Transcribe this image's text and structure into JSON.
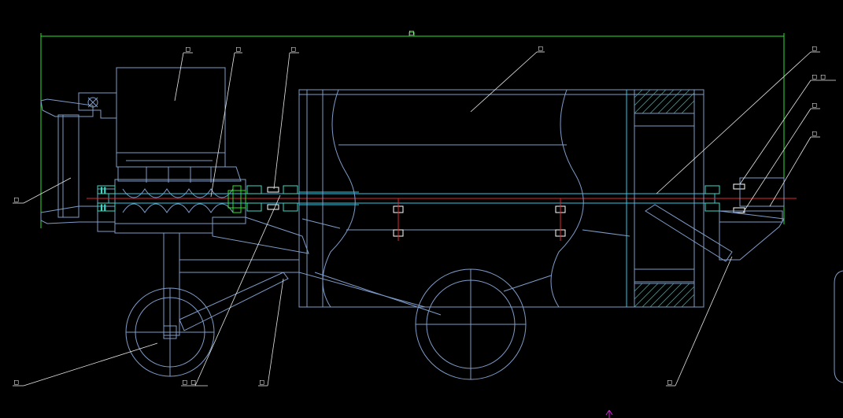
{
  "drawing": {
    "background": "#000000",
    "colors": {
      "outline": "#7f9cc9",
      "dimension": "#2fe02f",
      "shaft": "#35c6e6",
      "centerline": "#e02a2a",
      "leader": "#e8e8e8",
      "hatch": "#1fb7a8",
      "bearing": "#3fd7c0",
      "marker": "#d22ad2"
    },
    "dimension_text": "□",
    "callouts": [
      {
        "id": "c1",
        "text": "□"
      },
      {
        "id": "c2",
        "text": "□"
      },
      {
        "id": "c3",
        "text": "□"
      },
      {
        "id": "c4",
        "text": "□"
      },
      {
        "id": "c5",
        "text": "□"
      },
      {
        "id": "c6",
        "text": "□ □"
      },
      {
        "id": "c7",
        "text": "□"
      },
      {
        "id": "c8",
        "text": "□"
      },
      {
        "id": "c9",
        "text": "□"
      },
      {
        "id": "c10",
        "text": "□"
      },
      {
        "id": "c11",
        "text": "□ □"
      },
      {
        "id": "c12",
        "text": "□"
      },
      {
        "id": "c13",
        "text": "□"
      }
    ]
  }
}
